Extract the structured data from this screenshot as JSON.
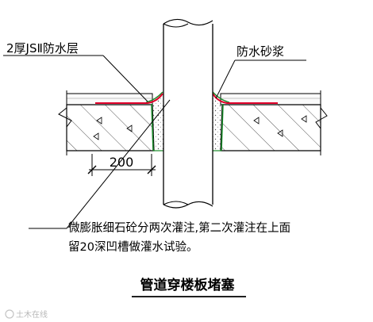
{
  "labels": {
    "membrane": "2厚JSⅡ防水层",
    "mortar": "防水砂浆",
    "dimension": "200",
    "note_line1": "微膨胀细石砼分两次灌注,第二次灌注在上面",
    "note_line2": "留20深凹槽做灌水试验。",
    "title": "管道穿楼板堵塞"
  },
  "watermark": "土木在线",
  "colors": {
    "membrane": "#e0002a",
    "mortar_line": "#1a8a2a",
    "hatch": "#333333",
    "outline": "#000000"
  }
}
